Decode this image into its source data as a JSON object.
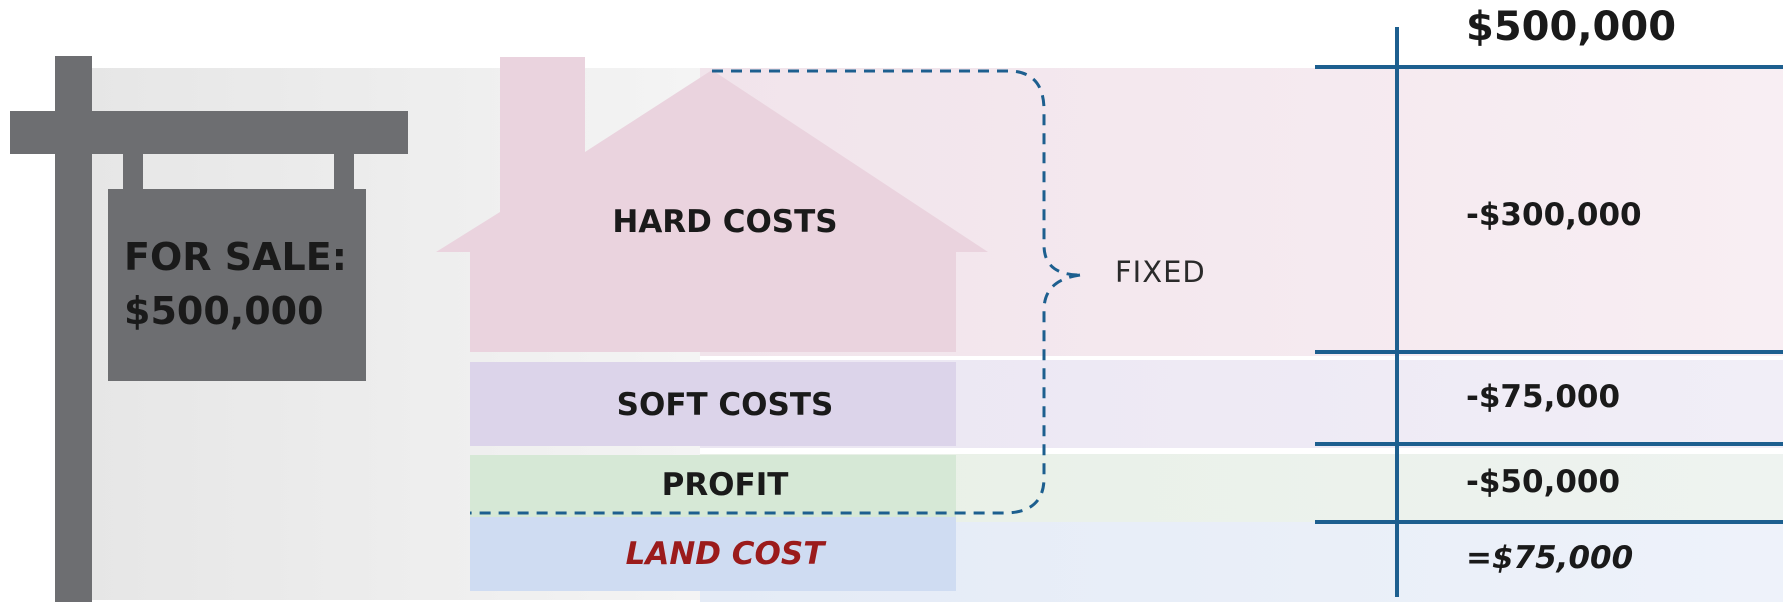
{
  "sign": {
    "line1": "FOR SALE:",
    "line2": "$500,000"
  },
  "house": {
    "hard_costs": "HARD COSTS",
    "soft_costs": "SOFT COSTS",
    "profit": "PROFIT",
    "land_cost": "LAND COST"
  },
  "bracket": {
    "label": "FIXED"
  },
  "ledger": {
    "total": "$500,000",
    "hard_costs": "-$300,000",
    "soft_costs": "-$75,000",
    "profit": "-$50,000",
    "land_cost": "=$75,000"
  },
  "colors": {
    "hard": "#ead3de",
    "soft": "#dcd4ea",
    "profit": "#d6e8d6",
    "land": "#cfdcf2",
    "post": "#6d6e71",
    "accent": "#1d5f8f",
    "land_text": "#9b1b1b"
  }
}
